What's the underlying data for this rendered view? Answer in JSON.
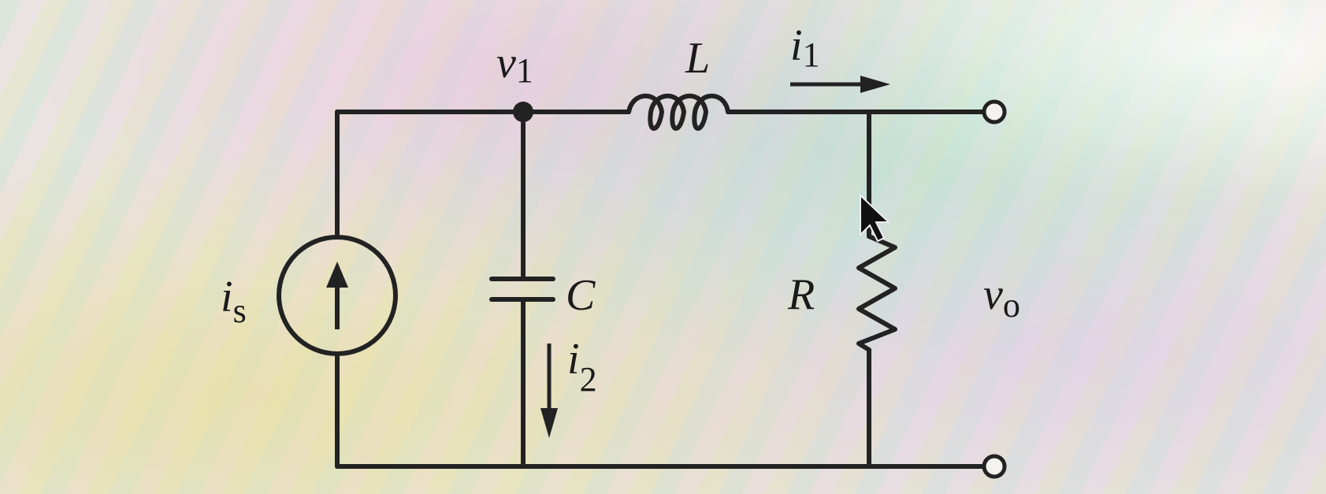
{
  "labels": {
    "v1": {
      "main": "v",
      "sub": "1"
    },
    "L": "L",
    "i1": {
      "main": "i",
      "sub": "1"
    },
    "is": {
      "main": "i",
      "sub": "s"
    },
    "C": "C",
    "i2": {
      "main": "i",
      "sub": "2"
    },
    "R": "R",
    "vo": {
      "main": "v",
      "sub": "o"
    }
  },
  "colors": {
    "wire": "#222222"
  }
}
